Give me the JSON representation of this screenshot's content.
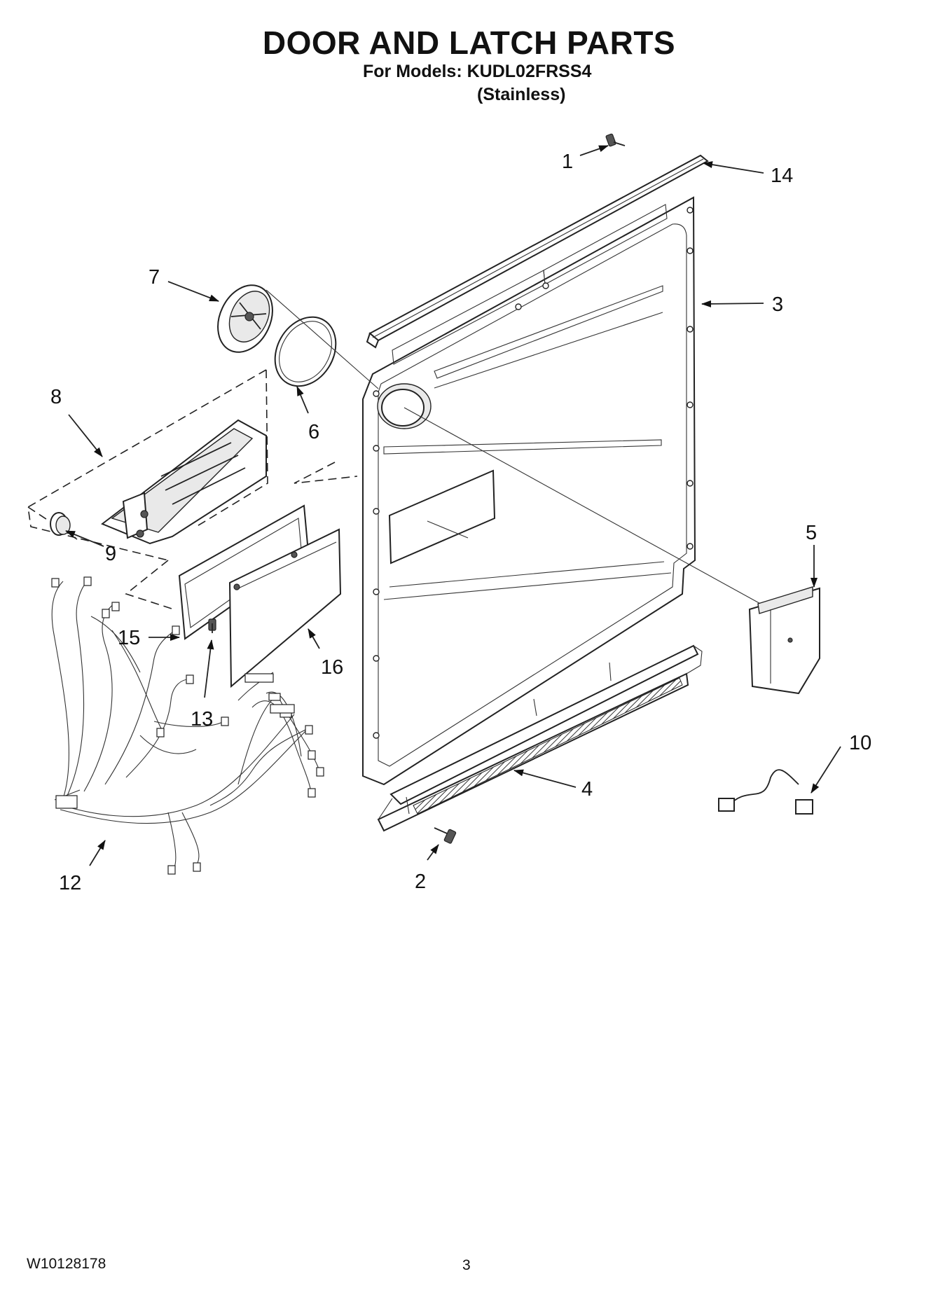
{
  "header": {
    "title": "DOOR AND LATCH PARTS",
    "models_line": "For Models: KUDL02FRSS4",
    "variant": "(Stainless)"
  },
  "callouts": {
    "c1": "1",
    "c2": "2",
    "c3": "3",
    "c4": "4",
    "c5": "5",
    "c6": "6",
    "c7": "7",
    "c8": "8",
    "c9": "9",
    "c10": "10",
    "c12": "12",
    "c13": "13",
    "c14": "14",
    "c15": "15",
    "c16": "16"
  },
  "footer": {
    "doc_number": "W10128178",
    "page_number": "3"
  }
}
